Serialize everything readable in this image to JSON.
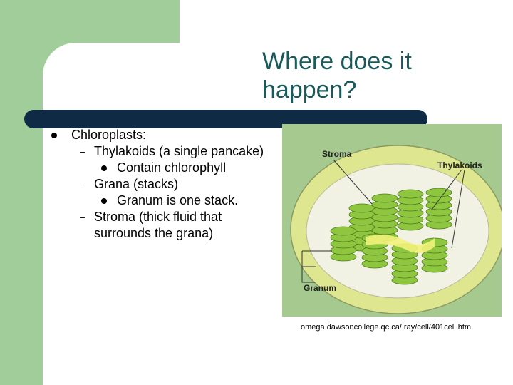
{
  "slide": {
    "title": "Where does it happen?",
    "bullets": [
      {
        "level": 1,
        "text": "Chloroplasts:"
      },
      {
        "level": 2,
        "text": "Thylakoids (a single pancake)"
      },
      {
        "level": 3,
        "text": "Contain chlorophyll"
      },
      {
        "level": 2,
        "text": "Grana (stacks)"
      },
      {
        "level": 3,
        "text": "Granum is one stack."
      },
      {
        "level": 2,
        "text": "Stroma (thick fluid that surrounds the grana)"
      }
    ],
    "figure": {
      "labels": {
        "stroma": "Stroma",
        "thylakoids": "Thylakoids",
        "granum": "Granum"
      }
    },
    "caption": "omega.dawsoncollege.qc.ca/ ray/cell/401cell.htm",
    "colors": {
      "background_green": "#a0cd9a",
      "title": "#1a5a5a",
      "bar": "#0e2a45",
      "figure_bg": "#a5c98f"
    }
  }
}
